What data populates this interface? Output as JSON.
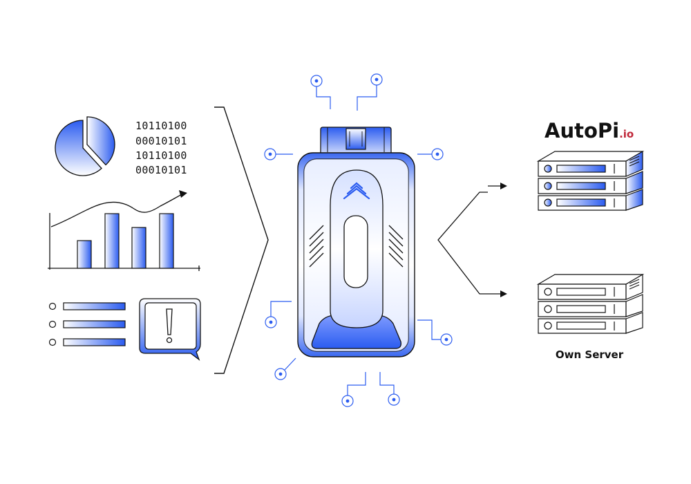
{
  "binary_data": [
    "10110100",
    "00010101",
    "10110100",
    "00010101"
  ],
  "brand": {
    "main": "AutoPi",
    "suffix": ".io"
  },
  "own_server_label": "Own Server",
  "colors": {
    "accent": "#2b5cf0",
    "accent_light": "#dde6ff",
    "brand_suffix": "#c0283a",
    "stroke": "#111111"
  },
  "icons": {
    "pie_chart": "pie-chart-icon",
    "bar_chart": "bar-trend-chart-icon",
    "list": "list-icon",
    "alert": "alert-bubble-icon",
    "device": "obd-dongle-icon",
    "cloud_server": "server-rack-icon",
    "own_server": "server-rack-icon"
  }
}
